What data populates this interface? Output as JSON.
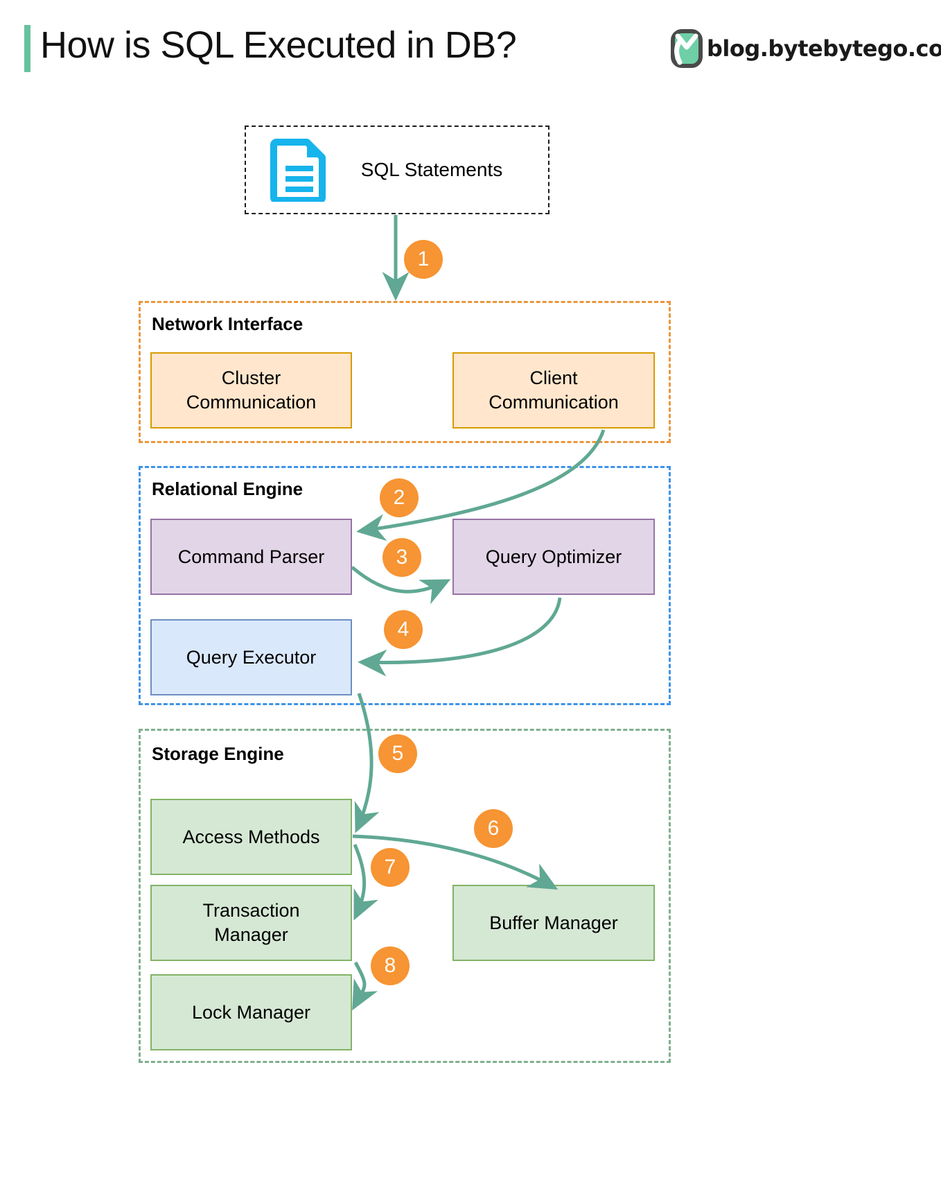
{
  "header": {
    "title": "How is SQL Executed in DB?",
    "brand_text": "blog.bytebytego.com",
    "brand_logo_icon": "bytebytego-logo-icon",
    "accent_color": "#66c2a0"
  },
  "colors": {
    "badge": "#f79433",
    "arrow": "#60a893",
    "network_border": "#e8973d",
    "relational_border": "#3d93e8",
    "storage_border": "#7fb08e",
    "orange_fill": "#ffe6cc",
    "orange_stroke": "#d79b00",
    "purple_fill": "#e1d5e7",
    "purple_stroke": "#9673a6",
    "blue_fill": "#dae8fc",
    "blue_stroke": "#6c8ebf",
    "green_fill": "#d5e8d4",
    "green_stroke": "#82b366",
    "doc_icon": "#16b4ec"
  },
  "input": {
    "label": "SQL Statements",
    "icon": "document-icon"
  },
  "groups": [
    {
      "id": "network",
      "label": "Network Interface",
      "nodes": [
        {
          "id": "cluster-communication",
          "label": "Cluster\nCommunication"
        },
        {
          "id": "client-communication",
          "label": "Client\nCommunication"
        }
      ]
    },
    {
      "id": "relational",
      "label": "Relational Engine",
      "nodes": [
        {
          "id": "command-parser",
          "label": "Command Parser"
        },
        {
          "id": "query-optimizer",
          "label": "Query Optimizer"
        },
        {
          "id": "query-executor",
          "label": "Query Executor"
        }
      ]
    },
    {
      "id": "storage",
      "label": "Storage Engine",
      "nodes": [
        {
          "id": "access-methods",
          "label": "Access Methods"
        },
        {
          "id": "buffer-manager",
          "label": "Buffer Manager"
        },
        {
          "id": "transaction-manager",
          "label": "Transaction\nManager"
        },
        {
          "id": "lock-manager",
          "label": "Lock Manager"
        }
      ]
    }
  ],
  "steps": [
    {
      "n": "1",
      "from": "SQL Statements",
      "to": "Network Interface"
    },
    {
      "n": "2",
      "from": "Client Communication",
      "to": "Command Parser"
    },
    {
      "n": "3",
      "from": "Command Parser",
      "to": "Query Optimizer"
    },
    {
      "n": "4",
      "from": "Query Optimizer",
      "to": "Query Executor"
    },
    {
      "n": "5",
      "from": "Query Executor",
      "to": "Access Methods"
    },
    {
      "n": "6",
      "from": "Access Methods",
      "to": "Buffer Manager"
    },
    {
      "n": "7",
      "from": "Access Methods",
      "to": "Transaction Manager"
    },
    {
      "n": "8",
      "from": "Transaction Manager",
      "to": "Lock Manager"
    }
  ]
}
